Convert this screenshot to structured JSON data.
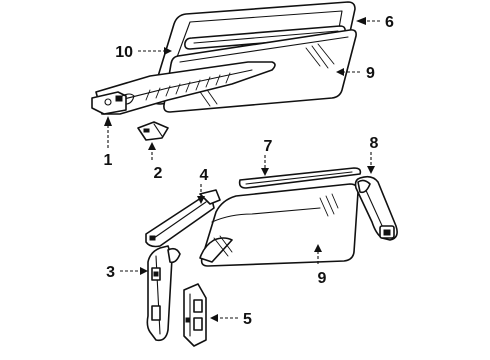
{
  "diagram": {
    "callouts": {
      "c1": "1",
      "c2": "2",
      "c3": "3",
      "c4": "4",
      "c5": "5",
      "c6": "6",
      "c7": "7",
      "c8": "8",
      "c9_upper": "9",
      "c9_lower": "9",
      "c10": "10"
    }
  }
}
